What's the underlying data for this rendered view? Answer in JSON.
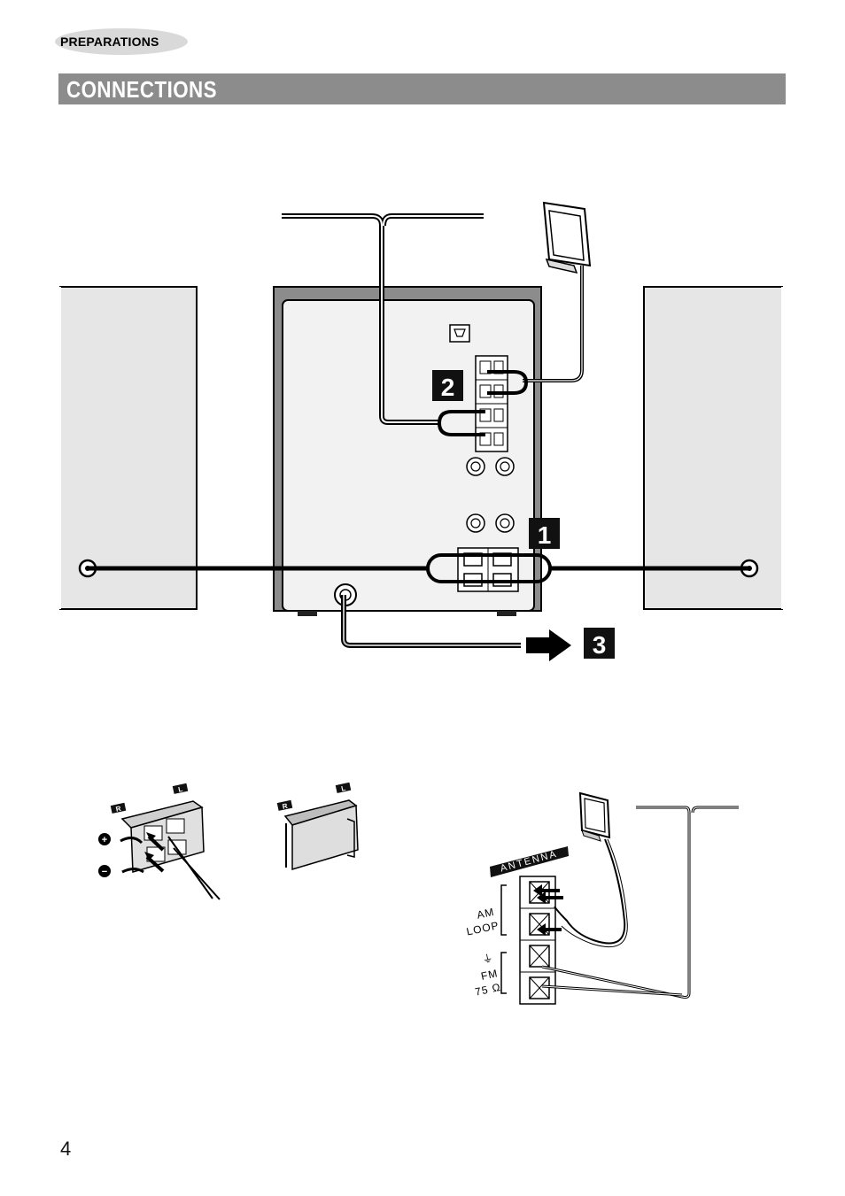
{
  "header": {
    "section": "PREPARATIONS",
    "title": "CONNECTIONS"
  },
  "diagram": {
    "steps": [
      "1",
      "2",
      "3"
    ],
    "speaker_terminal_labels": {
      "right": "R",
      "left": "L",
      "plus": "+",
      "minus": "−"
    },
    "antenna": {
      "heading": "ANTENNA",
      "am_label_line1": "AM",
      "am_label_line2": "LOOP",
      "fm_label_line1": "FM",
      "fm_label_line2": "75 Ω"
    }
  },
  "footer": {
    "page_number": "4"
  }
}
